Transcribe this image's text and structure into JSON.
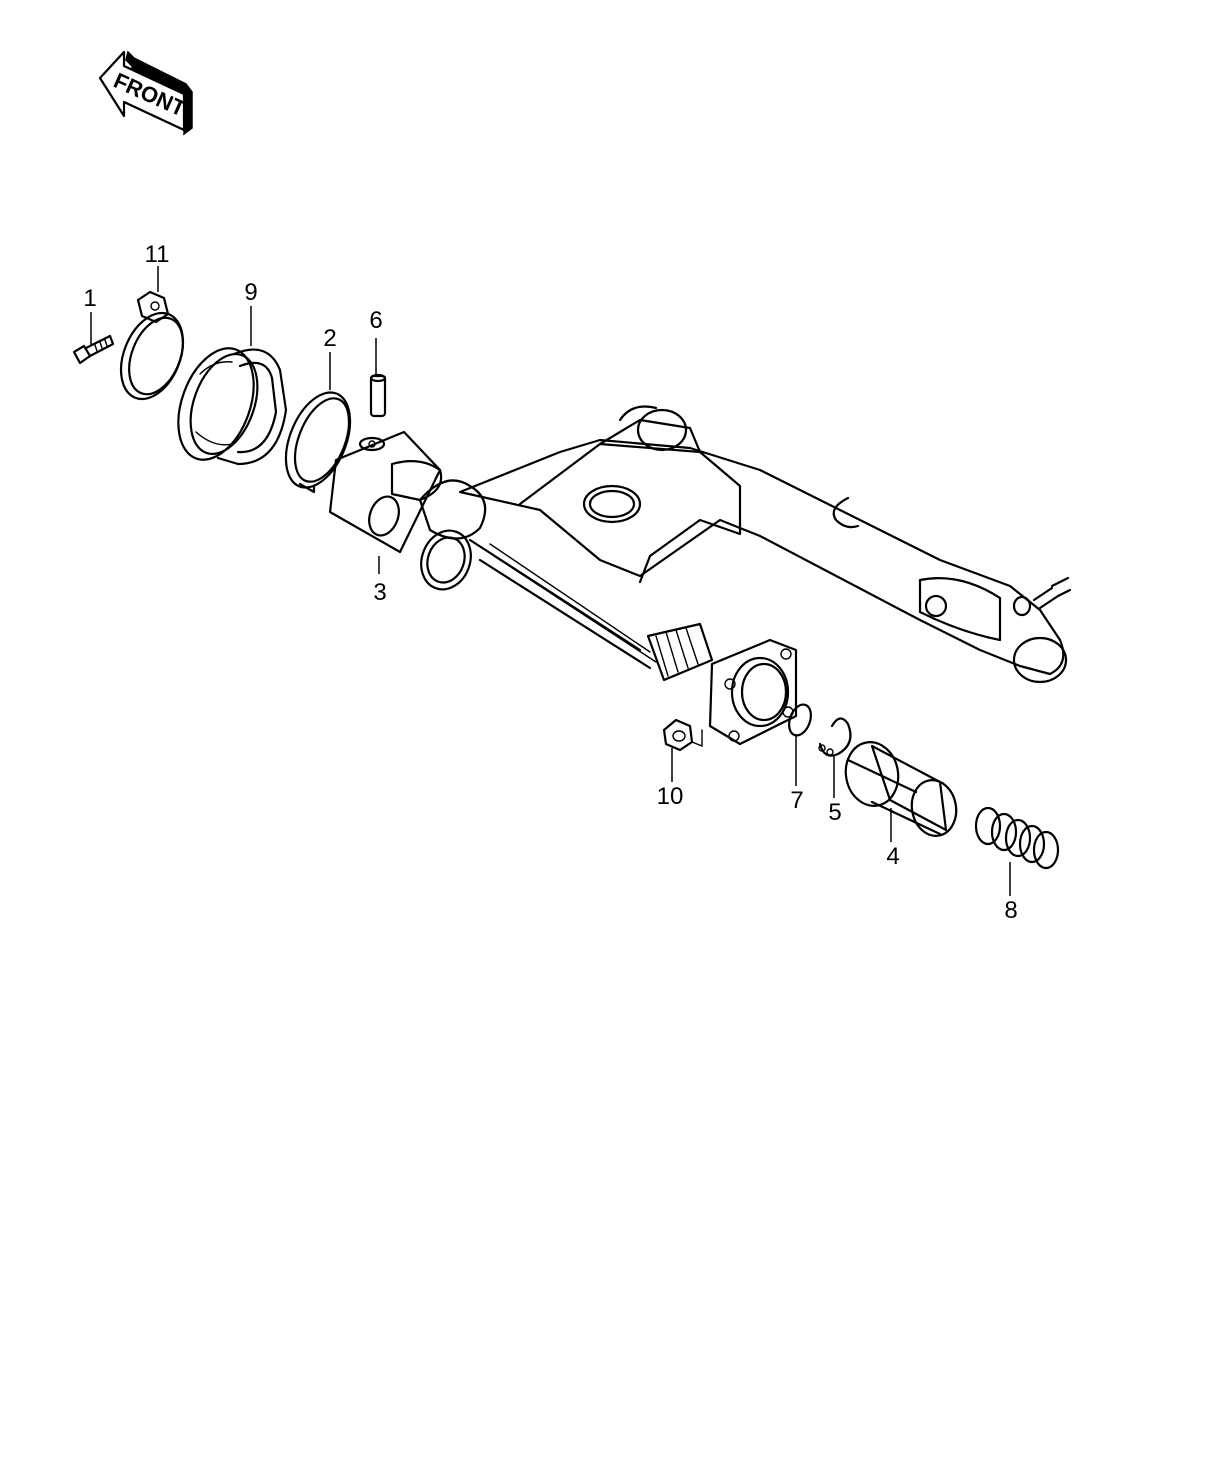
{
  "front_badge": {
    "label": "FRONT",
    "icon": "front-arrow-icon"
  },
  "callouts": {
    "c1": "1",
    "c2": "2",
    "c3": "3",
    "c4": "4",
    "c5": "5",
    "c6": "6",
    "c7": "7",
    "c8": "8",
    "c9": "9",
    "c10": "10",
    "c11": "11"
  }
}
